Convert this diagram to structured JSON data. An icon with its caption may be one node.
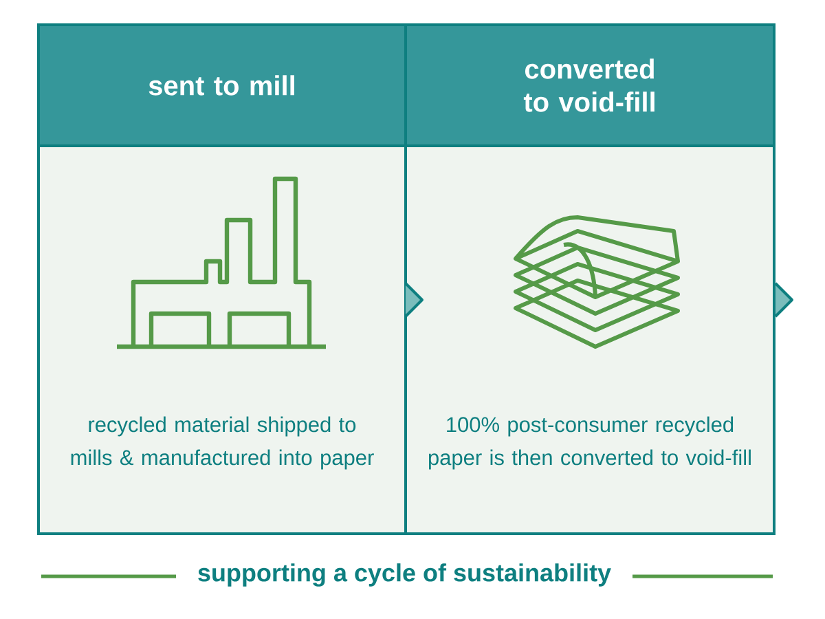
{
  "diagram": {
    "caption": "supporting a cycle of sustainability",
    "nodes": [
      {
        "text": [
          "sent to mill",
          "recycled material shipped to mills & manufactured into paper"
        ]
      },
      {
        "text": [
          "converted to void-fill",
          "100% post-consumer recycled paper is then converted to void-fill"
        ]
      }
    ],
    "edges": [
      {
        "from": 0,
        "to": 1,
        "arrow": "to"
      },
      {
        "from": 1,
        "to": null,
        "arrow": "to"
      }
    ]
  }
}
